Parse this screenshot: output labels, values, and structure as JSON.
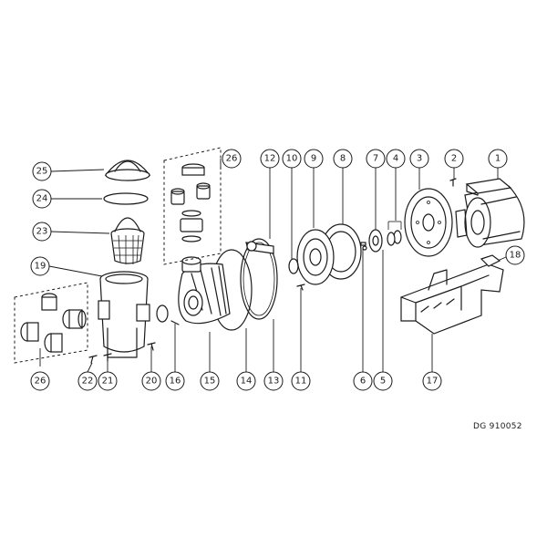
{
  "drawing": {
    "reference_code": "DG 910052"
  },
  "callouts": [
    {
      "id": "c1",
      "label": "1"
    },
    {
      "id": "c2",
      "label": "2"
    },
    {
      "id": "c3",
      "label": "3"
    },
    {
      "id": "c4",
      "label": "4"
    },
    {
      "id": "c5",
      "label": "5"
    },
    {
      "id": "c6",
      "label": "6"
    },
    {
      "id": "c7",
      "label": "7"
    },
    {
      "id": "c8",
      "label": "8"
    },
    {
      "id": "c9",
      "label": "9"
    },
    {
      "id": "c10",
      "label": "10"
    },
    {
      "id": "c11",
      "label": "11"
    },
    {
      "id": "c12",
      "label": "12"
    },
    {
      "id": "c13",
      "label": "13"
    },
    {
      "id": "c14",
      "label": "14"
    },
    {
      "id": "c15",
      "label": "15"
    },
    {
      "id": "c16",
      "label": "16"
    },
    {
      "id": "c17",
      "label": "17"
    },
    {
      "id": "c18",
      "label": "18"
    },
    {
      "id": "c19",
      "label": "19"
    },
    {
      "id": "c20",
      "label": "20"
    },
    {
      "id": "c21",
      "label": "21"
    },
    {
      "id": "c22",
      "label": "22"
    },
    {
      "id": "c23",
      "label": "23"
    },
    {
      "id": "c24",
      "label": "24"
    },
    {
      "id": "c25",
      "label": "25"
    },
    {
      "id": "c26a",
      "label": "26"
    },
    {
      "id": "c26b",
      "label": "26"
    }
  ]
}
